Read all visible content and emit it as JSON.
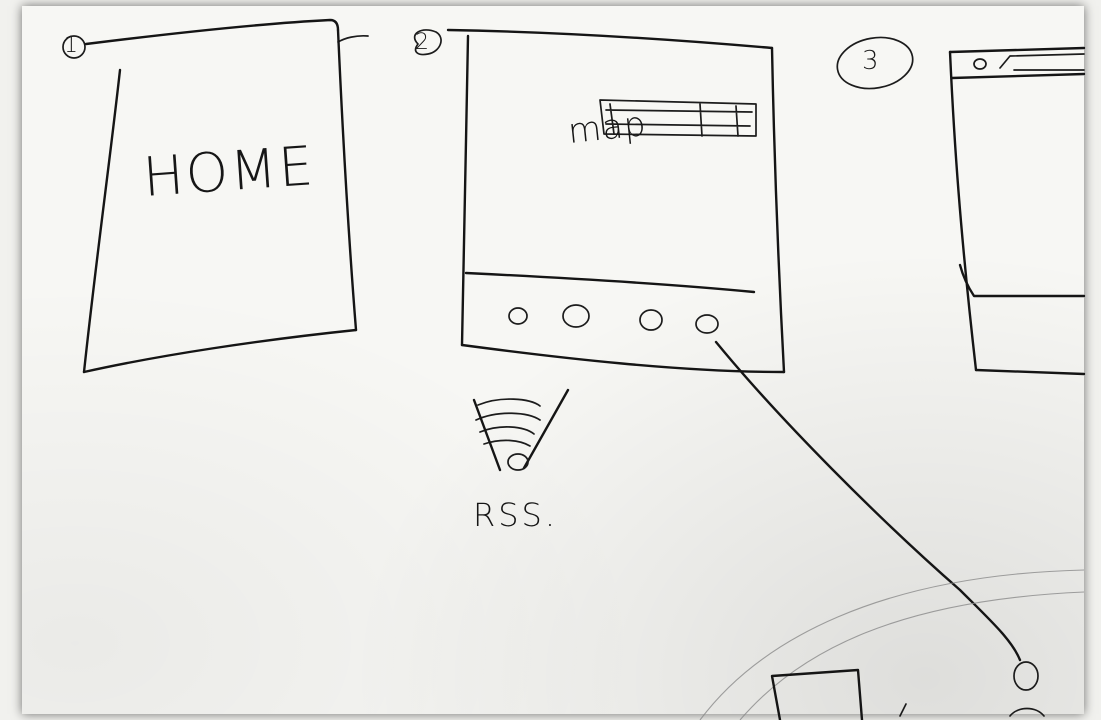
{
  "sketch": {
    "screen_numbers": [
      "1",
      "2",
      "3"
    ],
    "screen1": {
      "label": "HOME"
    },
    "screen2": {
      "label": "map",
      "dots": 4
    },
    "rss": {
      "label": "RSS."
    }
  },
  "colors": {
    "paper": "#f7f7f4",
    "ink": "#151515",
    "pencil": "#8a8a8a"
  },
  "icons": [
    "rss-icon"
  ]
}
